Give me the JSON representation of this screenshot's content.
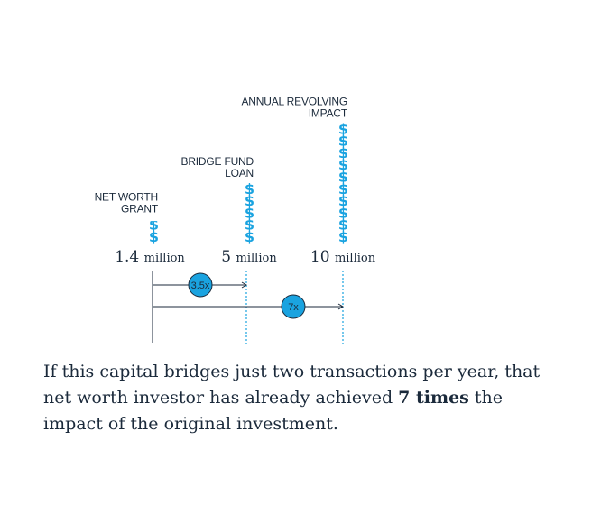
{
  "colors": {
    "accent": "#1aa3e0",
    "text": "#1b2a3b"
  },
  "icon": "dollar-sign",
  "chart_data": {
    "type": "bar",
    "unit": "million",
    "categories": [
      {
        "label_lines": [
          "NET WORTH",
          "GRANT"
        ],
        "value": 1.4,
        "value_label": "1.4",
        "dollar_icons": 1.6
      },
      {
        "label_lines": [
          "BRIDGE FUND",
          "LOAN"
        ],
        "value": 5,
        "value_label": "5",
        "dollar_icons": 5
      },
      {
        "label_lines": [
          "ANNUAL REVOLVING",
          "IMPACT"
        ],
        "value": 10,
        "value_label": "10",
        "dollar_icons": 10
      }
    ],
    "multipliers": [
      {
        "label": "3.5x",
        "from": "1.4",
        "to": "5"
      },
      {
        "label": "7x",
        "from": "1.4",
        "to": "10"
      }
    ]
  },
  "caption": {
    "before": "If this capital bridges just two transactions per year, that net worth investor has already achieved ",
    "bold": "7 times",
    "after": " the impact of the original investment."
  }
}
